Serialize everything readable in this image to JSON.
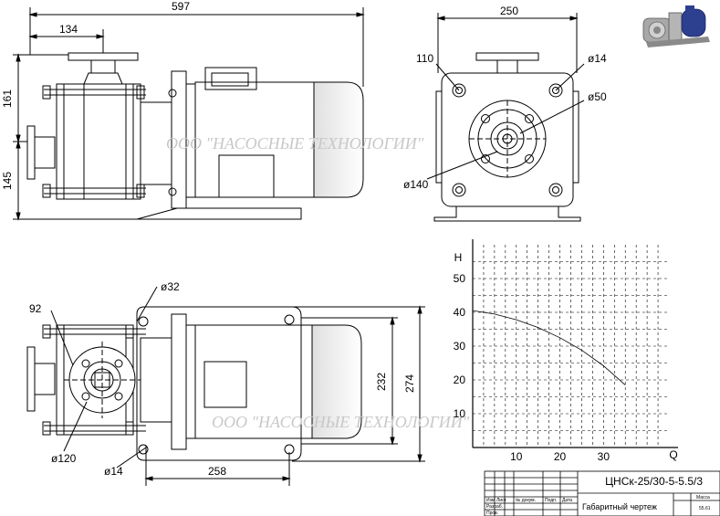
{
  "views": {
    "side": {
      "dim_overall_length": "597",
      "dim_inlet_offset": "134",
      "dim_upper_height": "161",
      "dim_lower_height": "145"
    },
    "front": {
      "dim_width": "250",
      "dim_bolt_size": "110",
      "dim_hole": "ø14",
      "dim_inner_diam": "ø50",
      "dim_flange_diam": "ø140"
    },
    "top": {
      "dim_port": "ø32",
      "dim_bolt": "92",
      "dim_flange": "ø120",
      "dim_hole": "ø14",
      "dim_foot_spacing": "258",
      "dim_foot_width": "232",
      "dim_total_width": "274"
    }
  },
  "watermark": "ООО \"НАСОСНЫЕ ТЕХНОЛОГИИ\"",
  "chart_data": {
    "type": "line",
    "xlabel": "Q",
    "ylabel": "H",
    "xlim": [
      0,
      45
    ],
    "ylim": [
      0,
      60
    ],
    "x_ticks": [
      "10",
      "20",
      "30"
    ],
    "y_ticks": [
      "10",
      "20",
      "30",
      "40",
      "50"
    ],
    "grid": true,
    "series": [
      {
        "x": [
          0,
          5,
          10,
          15,
          20,
          25,
          30,
          35
        ],
        "y": [
          40.5,
          39.5,
          37.8,
          35.5,
          32.5,
          28.8,
          24.2,
          18.5
        ]
      }
    ]
  },
  "title_block": {
    "model": "ЦНСк-25/30-5-5.5/3",
    "doc_title": "Габаритный чертеж",
    "mass_label": "Масса",
    "mass_value": "55.61",
    "header_cells": [
      "Изм",
      "Лист",
      "№ докум.",
      "Подп.",
      "Дата"
    ],
    "role_rows": [
      "Разраб.",
      "Пров."
    ]
  }
}
